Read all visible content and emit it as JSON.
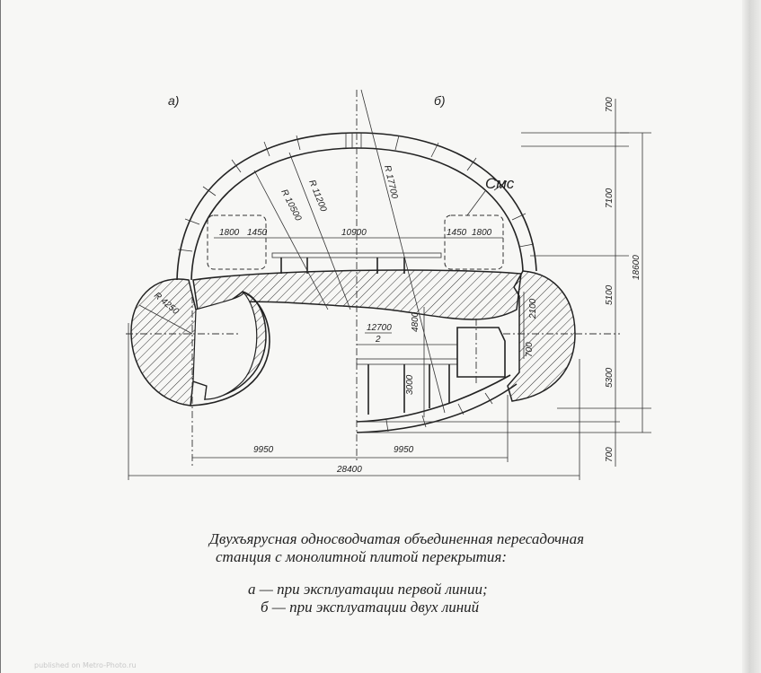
{
  "figure": {
    "variant_labels": {
      "a": "а)",
      "b": "б)"
    },
    "radii": [
      "R 10500",
      "R 11200",
      "R 17700",
      "R 4250"
    ],
    "element_label": "Смс",
    "widths": {
      "side_left": "1800",
      "side_left_inner": "1450",
      "center": "10900",
      "side_right_inner": "1450",
      "side_right": "1800"
    },
    "half_span": {
      "numerator": "12700",
      "denominator": "2"
    },
    "heights_inner": [
      "4800",
      "3000",
      "2100",
      "700"
    ],
    "right_dims": [
      "700",
      "7100",
      "5100",
      "5300",
      "700"
    ],
    "total_height": "18600",
    "bottom_dims": {
      "left": "9950",
      "right": "9950",
      "total": "28400"
    }
  },
  "caption": {
    "title_line1": "Двухъярусная односводчатая объединенная пересадочная",
    "title_line2": "станция с монолитной плитой перекрытия:",
    "item_a": "а — при эксплуатации первой линии;",
    "item_b": "б — при эксплуатации двух линий"
  },
  "watermark": "published on Metro-Photo.ru"
}
